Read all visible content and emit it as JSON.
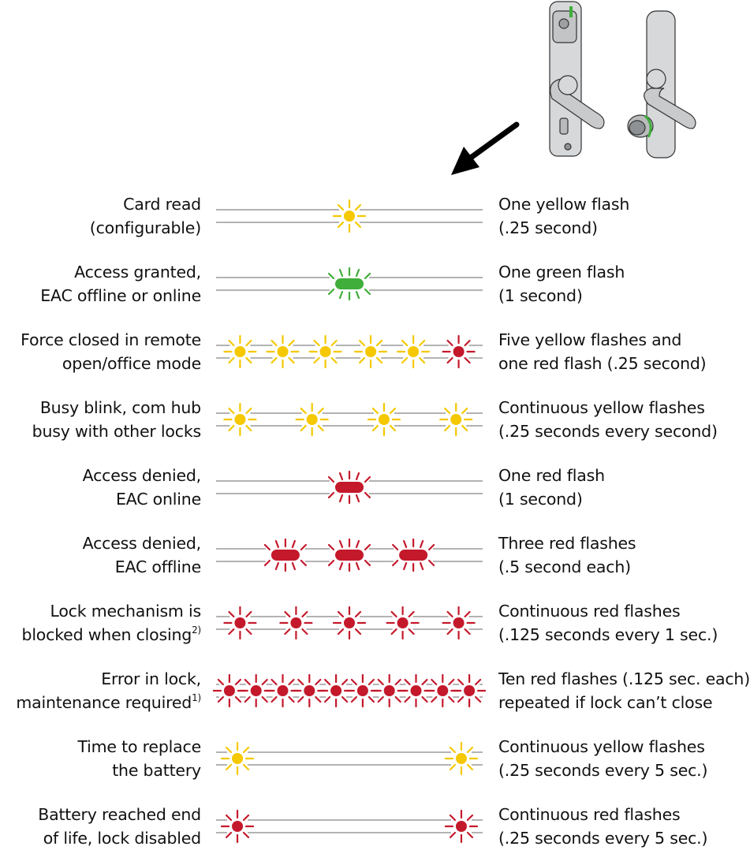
{
  "colors": {
    "yellow": "#f5c800",
    "green": "#3fae3a",
    "red": "#c4192b",
    "line": "#9a9a9a"
  },
  "illustration": {
    "icon": "door-handle-locks-illustration",
    "arrow": "pointer-arrow-icon"
  },
  "rows": [
    {
      "left": [
        "Card read",
        "(configurable)"
      ],
      "sup": "",
      "right": [
        "One yellow flash",
        "(.25 second)"
      ],
      "pattern": [
        {
          "c": "yellow",
          "x": 0.5,
          "s": "dot"
        }
      ]
    },
    {
      "left": [
        "Access granted,",
        "EAC offline or online"
      ],
      "sup": "",
      "right": [
        "One green flash",
        "(1 second)"
      ],
      "pattern": [
        {
          "c": "green",
          "x": 0.5,
          "s": "pill"
        }
      ]
    },
    {
      "left": [
        "Force closed in remote",
        "open/office mode"
      ],
      "sup": "",
      "right": [
        "Five yellow flashes and",
        "one red flash (.25 second)"
      ],
      "pattern": [
        {
          "c": "yellow",
          "x": 0.09,
          "s": "dot"
        },
        {
          "c": "yellow",
          "x": 0.25,
          "s": "dot"
        },
        {
          "c": "yellow",
          "x": 0.41,
          "s": "dot"
        },
        {
          "c": "yellow",
          "x": 0.58,
          "s": "dot"
        },
        {
          "c": "yellow",
          "x": 0.74,
          "s": "dot"
        },
        {
          "c": "red",
          "x": 0.91,
          "s": "dot"
        }
      ]
    },
    {
      "left": [
        "Busy blink, com hub",
        "busy with other locks"
      ],
      "sup": "",
      "right": [
        "Continuous yellow flashes",
        "(.25 seconds every second)"
      ],
      "pattern": [
        {
          "c": "yellow",
          "x": 0.09,
          "s": "dot"
        },
        {
          "c": "yellow",
          "x": 0.36,
          "s": "dot"
        },
        {
          "c": "yellow",
          "x": 0.63,
          "s": "dot"
        },
        {
          "c": "yellow",
          "x": 0.9,
          "s": "dot"
        }
      ]
    },
    {
      "left": [
        "Access denied,",
        "EAC online"
      ],
      "sup": "",
      "right": [
        "One red flash",
        "(1 second)"
      ],
      "pattern": [
        {
          "c": "red",
          "x": 0.5,
          "s": "pill"
        }
      ]
    },
    {
      "left": [
        "Access denied,",
        "EAC offline"
      ],
      "sup": "",
      "right": [
        "Three red flashes",
        "(.5 second each)"
      ],
      "pattern": [
        {
          "c": "red",
          "x": 0.26,
          "s": "pill"
        },
        {
          "c": "red",
          "x": 0.5,
          "s": "pill"
        },
        {
          "c": "red",
          "x": 0.74,
          "s": "pill"
        }
      ]
    },
    {
      "left": [
        "Lock mechanism is",
        "blocked when closing"
      ],
      "sup": "2)",
      "right": [
        "Continuous red flashes",
        "(.125 seconds every 1 sec.)"
      ],
      "pattern": [
        {
          "c": "red",
          "x": 0.09,
          "s": "dot"
        },
        {
          "c": "red",
          "x": 0.3,
          "s": "dot"
        },
        {
          "c": "red",
          "x": 0.5,
          "s": "dot"
        },
        {
          "c": "red",
          "x": 0.7,
          "s": "dot"
        },
        {
          "c": "red",
          "x": 0.91,
          "s": "dot"
        }
      ]
    },
    {
      "left": [
        "Error in lock,",
        "maintenance required"
      ],
      "sup": "1)",
      "right": [
        "Ten red flashes (.125 sec. each)",
        "repeated if lock can’t close"
      ],
      "pattern": [
        {
          "c": "red",
          "x": 0.05,
          "s": "dot"
        },
        {
          "c": "red",
          "x": 0.15,
          "s": "dot"
        },
        {
          "c": "red",
          "x": 0.25,
          "s": "dot"
        },
        {
          "c": "red",
          "x": 0.35,
          "s": "dot"
        },
        {
          "c": "red",
          "x": 0.45,
          "s": "dot"
        },
        {
          "c": "red",
          "x": 0.55,
          "s": "dot"
        },
        {
          "c": "red",
          "x": 0.65,
          "s": "dot"
        },
        {
          "c": "red",
          "x": 0.75,
          "s": "dot"
        },
        {
          "c": "red",
          "x": 0.85,
          "s": "dot"
        },
        {
          "c": "red",
          "x": 0.95,
          "s": "dot"
        }
      ]
    },
    {
      "left": [
        "Time to replace",
        "the battery"
      ],
      "sup": "",
      "right": [
        "Continuous yellow flashes",
        "(.25 seconds every 5 sec.)"
      ],
      "pattern": [
        {
          "c": "yellow",
          "x": 0.08,
          "s": "dot"
        },
        {
          "c": "yellow",
          "x": 0.92,
          "s": "dot"
        }
      ]
    },
    {
      "left": [
        "Battery reached end",
        "of life, lock disabled"
      ],
      "sup": "",
      "right": [
        "Continuous red flashes",
        "(.25 seconds every 5 sec.)"
      ],
      "pattern": [
        {
          "c": "red",
          "x": 0.08,
          "s": "dot"
        },
        {
          "c": "red",
          "x": 0.92,
          "s": "dot"
        }
      ]
    }
  ]
}
